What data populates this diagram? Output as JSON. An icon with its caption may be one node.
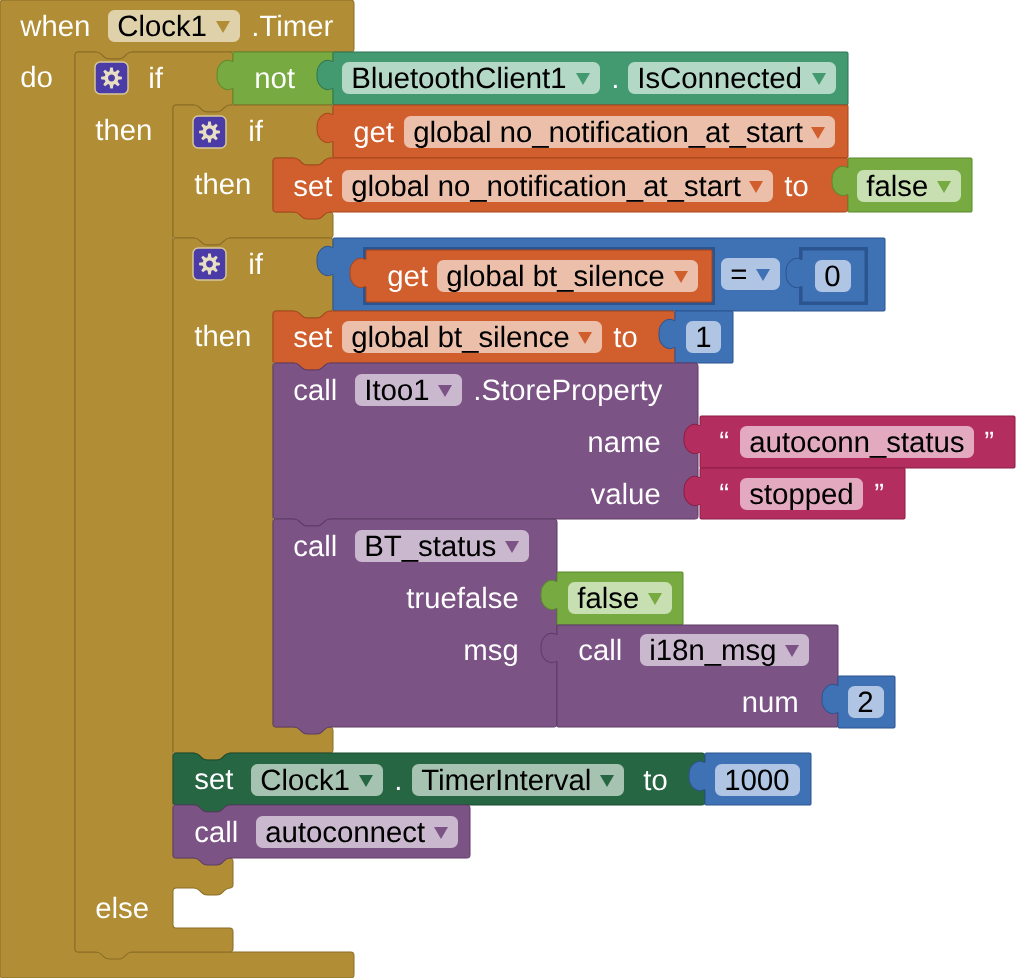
{
  "diagram": {
    "nodes": [
      {
        "text": [
          "when",
          "Clock1",
          ".Timer",
          "do"
        ]
      },
      {
        "text": [
          "if",
          "then",
          "else"
        ],
        "in": 0
      },
      {
        "text": [
          "not"
        ]
      },
      {
        "text": [
          "BluetoothClient1",
          ".",
          "IsConnected"
        ]
      },
      {
        "text": [
          "if",
          "then"
        ]
      },
      {
        "text": [
          "get",
          "global no_notification_at_start"
        ]
      },
      {
        "text": [
          "set",
          "global no_notification_at_start",
          "to"
        ]
      },
      {
        "text": [
          "false"
        ]
      },
      {
        "text": [
          "if",
          "then"
        ]
      },
      {
        "text": [
          "="
        ]
      },
      {
        "text": [
          "get",
          "global bt_silence"
        ],
        "in": 9
      },
      {
        "text": [
          "0"
        ],
        "in": 9
      },
      {
        "text": [
          "set",
          "global bt_silence",
          "to"
        ]
      },
      {
        "text": [
          "1"
        ]
      },
      {
        "text": [
          "call",
          "Itoo1",
          ".StoreProperty",
          "name",
          "value"
        ]
      },
      {
        "text": [
          "“",
          "autoconn_status",
          "”"
        ]
      },
      {
        "text": [
          "“",
          "stopped",
          "”"
        ]
      },
      {
        "text": [
          "call",
          "BT_status",
          "truefalse",
          "msg"
        ]
      },
      {
        "text": [
          "false"
        ]
      },
      {
        "text": [
          "call",
          "i18n_msg",
          "num"
        ]
      },
      {
        "text": [
          "2"
        ]
      },
      {
        "text": [
          "set",
          "Clock1",
          ".",
          "TimerInterval",
          "to"
        ]
      },
      {
        "text": [
          "1000"
        ]
      },
      {
        "text": [
          "call",
          "autoconnect"
        ]
      }
    ]
  }
}
